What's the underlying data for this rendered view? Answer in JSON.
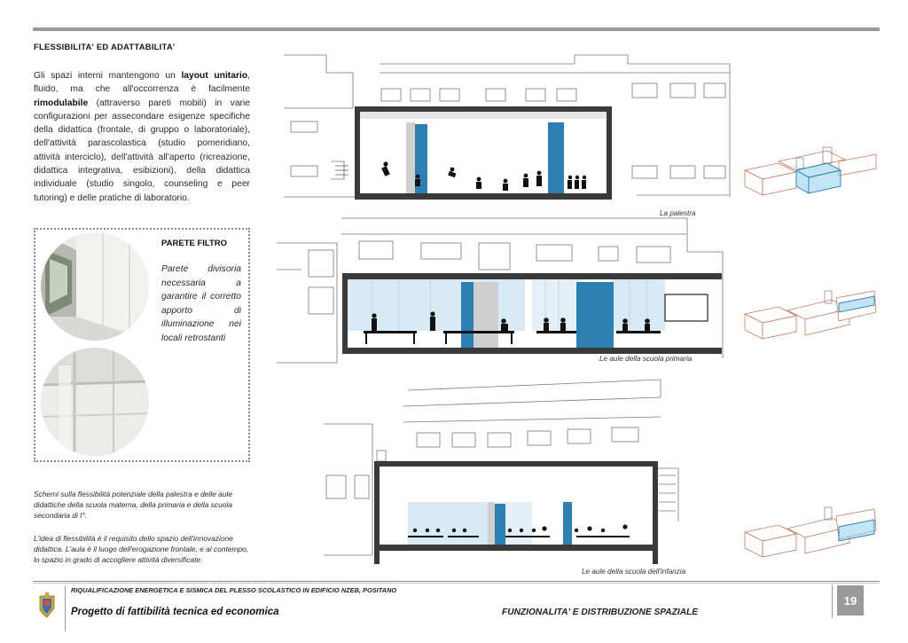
{
  "heading": "FLESSIBILITA' ED ADATTABILITA'",
  "intro": {
    "p1": "Gli spazi interni mantengono un ",
    "b1": "layout unitario",
    "p2": ", fluido, ma che all'occorrenza è facilmente ",
    "b2": "rimodulabile",
    "p3": " (attraverso pareti mobili) in varie configurazioni per assecondare esigenze specifiche della didattica (frontale, di gruppo o laboratoriale), dell'attività parascolastica (studio pomeridiano, attività interciclo), dell'attività all'aperto (ricreazione, didattica integrativa, esibizioni), della didattica individuale (studio singolo, counseling e peer tutoring) e delle pratiche di laboratorio."
  },
  "filtro": {
    "title": "PARETE FILTRO",
    "text": "Parete divisoria necessaria a garantire il corretto apporto di illuminazione nei locali retrostanti"
  },
  "captions": {
    "schemi": "Schemi sulla flessibilità potenziale della palestra e delle aule didattiche della scuola materna, della primaria e della scuola secondaria di I°.",
    "idea": "L'idea di flessibilità è il requisito dello spazio dell'innovazione didattica. L'aula è il luogo dell'erogazione frontale, e al contempo, lo spazio in grado di accogliere attività diversificate."
  },
  "sections": {
    "palestra": "La palestra",
    "primaria": "Le aule della scuola primaria",
    "infanzia": "Le aule della scuola dell'infanzia"
  },
  "footer": {
    "title": "RIQUALIFICAZIONE ENERGETICA E SISMICA DEL PLESSO SCOLASTICO IN EDIFICIO NZEB, POSITANO",
    "subtitle": "Progetto di fattibilità tecnica ed economica",
    "section": "FUNZIONALITA' E DISTRIBUZIONE SPAZIALE",
    "page_number": "19"
  },
  "colors": {
    "accent_blue": "#2c7fb0",
    "highlight_cyan": "#8fd0ee",
    "axon_red": "#c87860"
  },
  "icons": [
    "municipal-crest-icon"
  ]
}
